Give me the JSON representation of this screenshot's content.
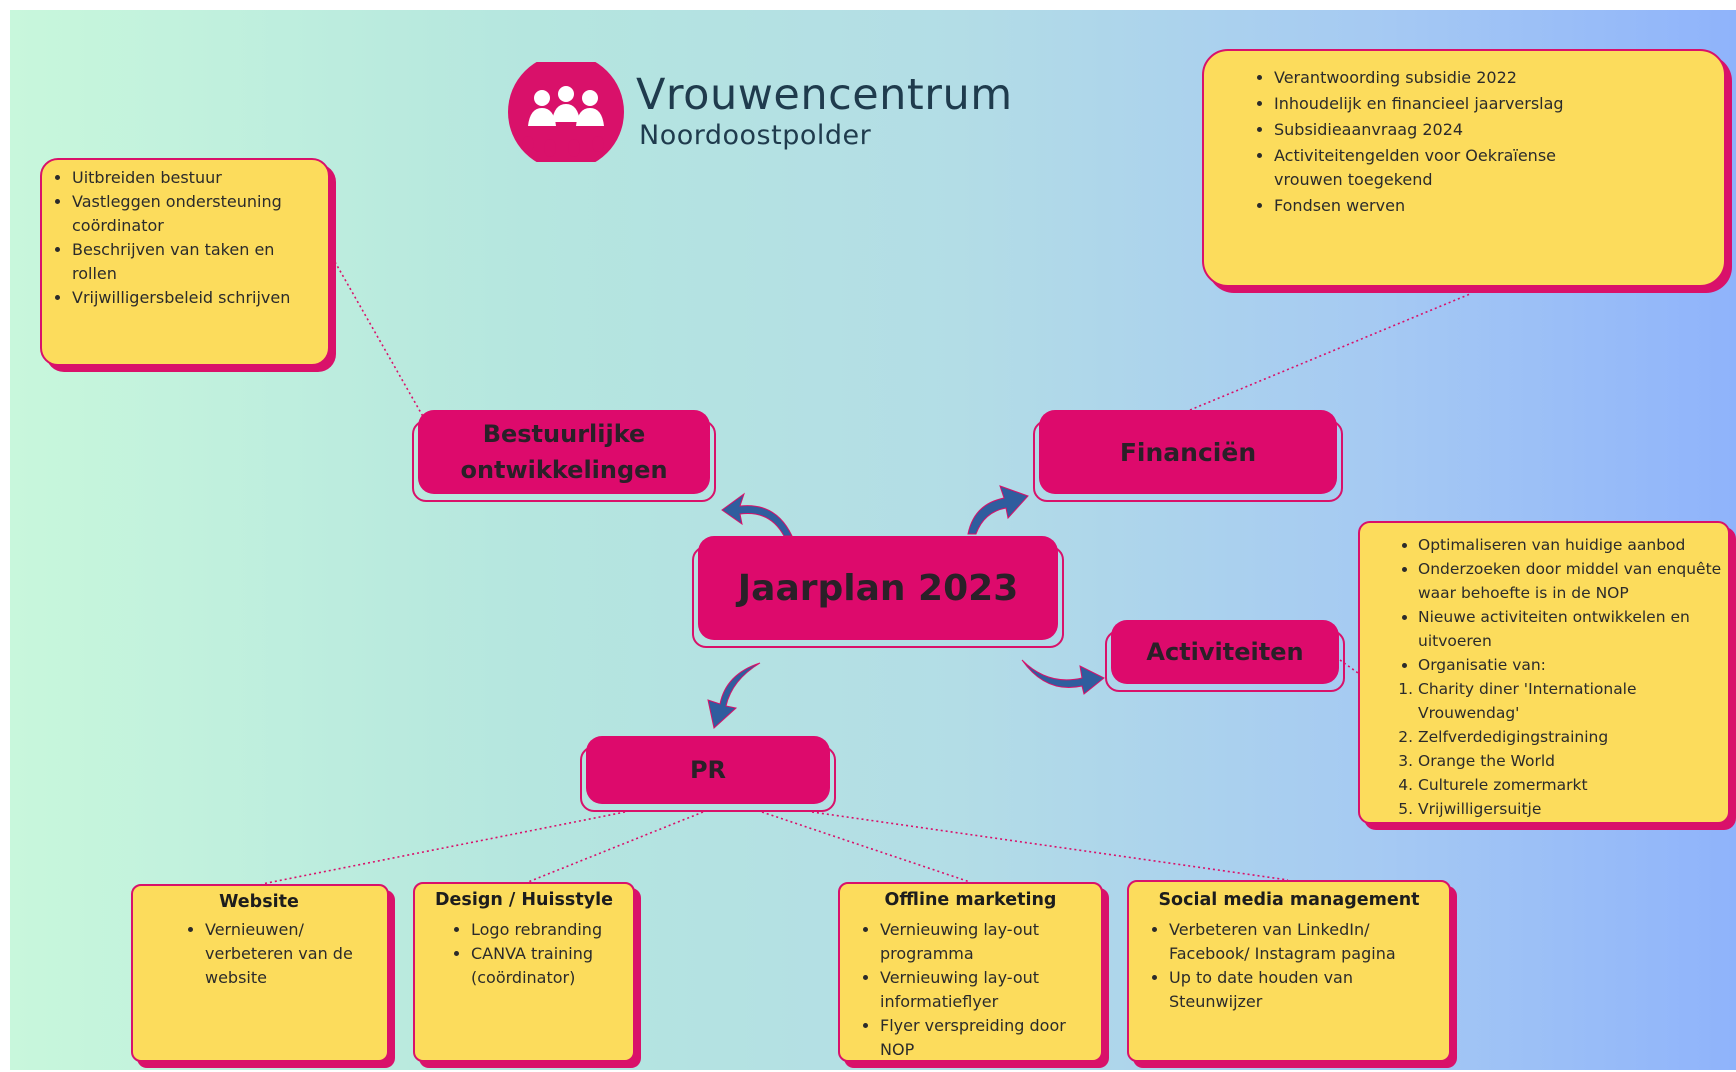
{
  "logo": {
    "title": "Vrouwencentrum",
    "subtitle": "Noordoostpolder"
  },
  "nodes": {
    "center": "Jaarplan 2023",
    "bestuurlijke": "Bestuurlijke ontwikkelingen",
    "financien": "Financiën",
    "activiteiten": "Activiteiten",
    "pr": "PR"
  },
  "notes": {
    "bestuurlijke": [
      "Uitbreiden bestuur",
      "Vastleggen ondersteuning coördinator",
      "Beschrijven van taken en rollen",
      "Vrijwilligersbeleid schrijven"
    ],
    "financien": [
      "Verantwoording subsidie 2022",
      "Inhoudelijk en financieel jaarverslag",
      "Subsidieaanvraag 2024",
      "Activiteitengelden voor Oekraïense vrouwen toegekend",
      "Fondsen werven"
    ],
    "activiteiten": {
      "bullets": [
        "Optimaliseren van huidige aanbod",
        "Onderzoeken door middel van enquête waar behoefte is in de NOP",
        "Nieuwe activiteiten ontwikkelen en uitvoeren",
        "Organisatie van:"
      ],
      "numbered": [
        "Charity diner 'Internationale Vrouwendag'",
        "Zelfverdedigingstraining",
        "Orange the World",
        "Culturele zomermarkt",
        "Vrijwilligersuitje"
      ]
    },
    "website": {
      "title": "Website",
      "items": [
        "Vernieuwen/ verbeteren van de website"
      ]
    },
    "design": {
      "title": "Design / Huisstyle",
      "items": [
        "Logo rebranding",
        "CANVA training (coördinator)"
      ]
    },
    "offline": {
      "title": "Offline marketing",
      "items": [
        " Vernieuwing lay-out programma",
        "Vernieuwing lay-out informatieflyer",
        "Flyer verspreiding door NOP"
      ]
    },
    "social": {
      "title": "Social media management",
      "items": [
        "Verbeteren van LinkedIn/ Facebook/ Instagram pagina",
        "Up to date houden van Steunwijzer"
      ]
    }
  },
  "colors": {
    "node_pink": "#dd0a6c",
    "note_yellow": "#fcdc5c",
    "arrow_blue": "#2f5d9e",
    "text_dark": "#1f3b4d"
  }
}
